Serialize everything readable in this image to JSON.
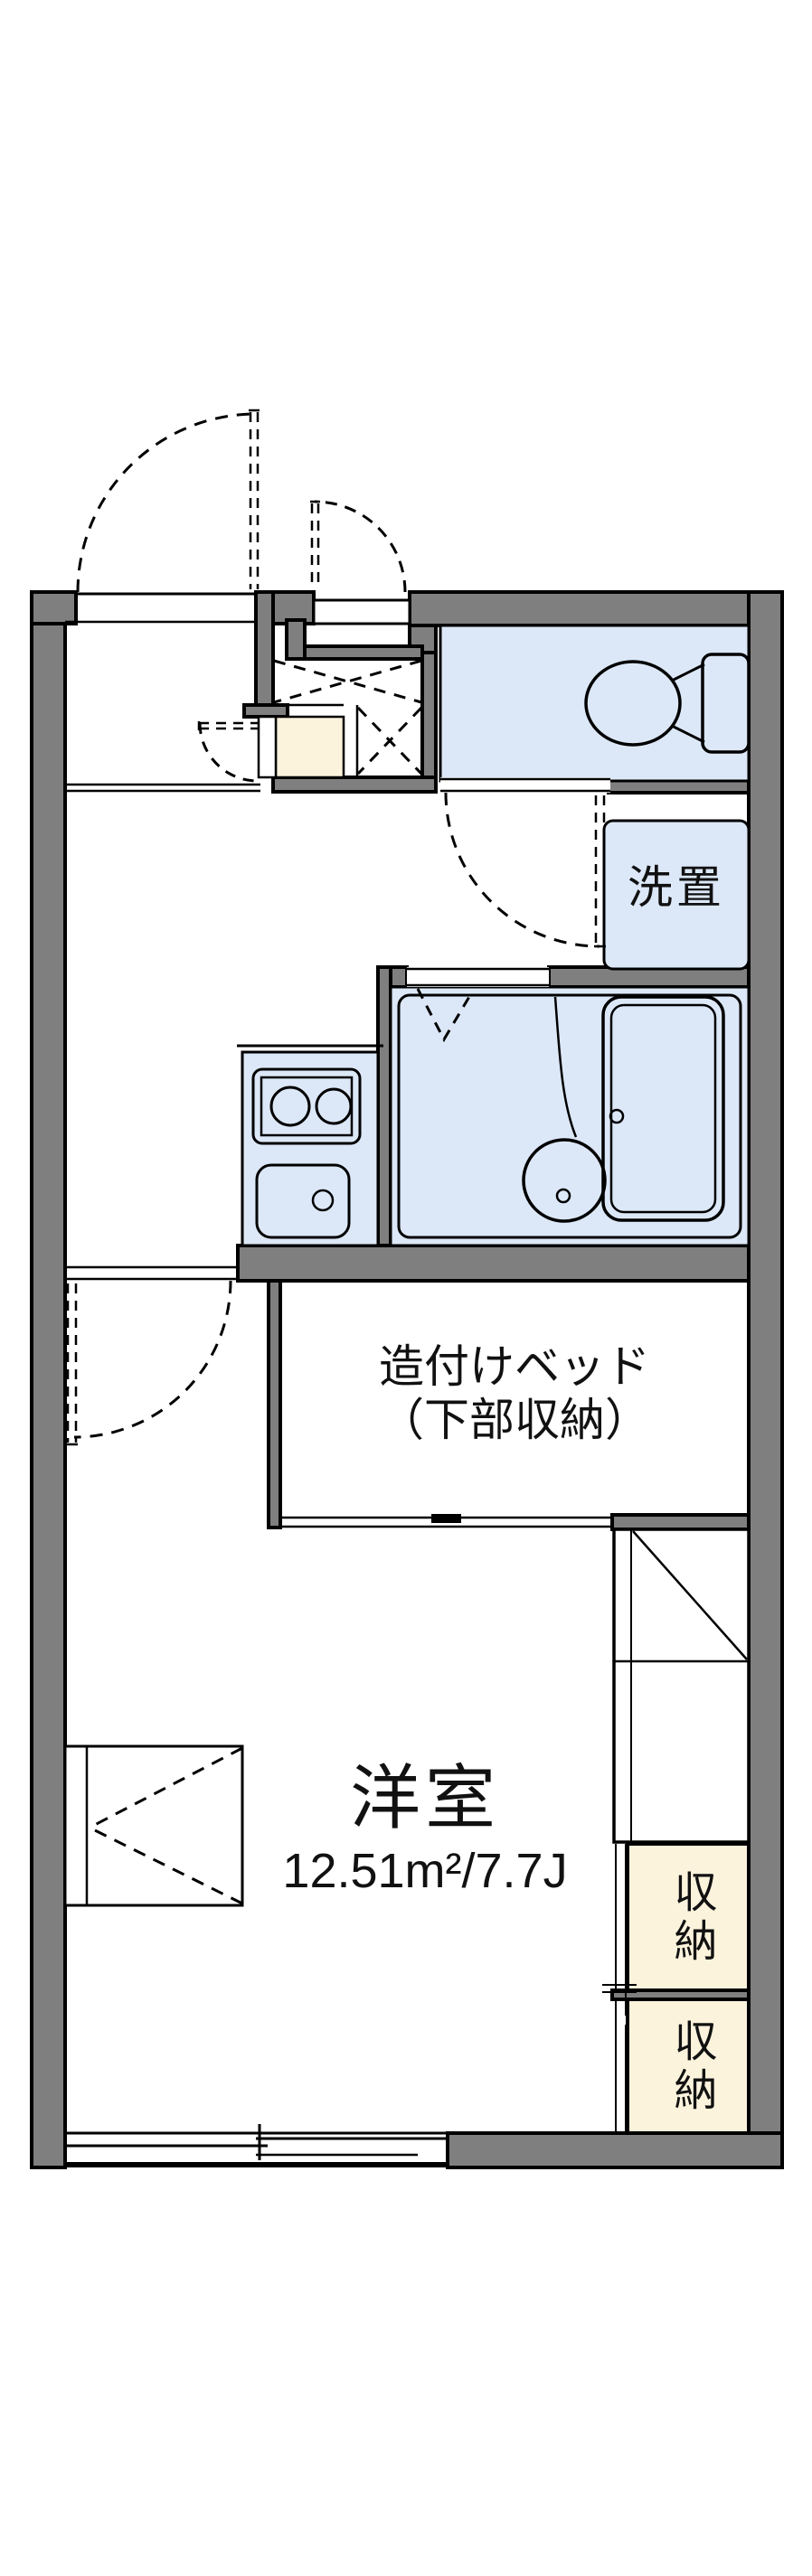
{
  "floorplan": {
    "western_room": {
      "name": "洋室",
      "area": "12.51m²/7.7J"
    },
    "built_in_bed": {
      "line1": "造付けベッド",
      "line2": "（下部収納）"
    },
    "washer": {
      "label": "洗置"
    },
    "storage_top": {
      "label": "収納"
    },
    "storage_bottom": {
      "label": "収納"
    },
    "colors": {
      "wall_gray": "#7f7f7f",
      "wet_area_blue": "#dce8f8",
      "entry_cream": "#fcf3dd",
      "line_black": "#000000",
      "background": "#ffffff"
    }
  }
}
